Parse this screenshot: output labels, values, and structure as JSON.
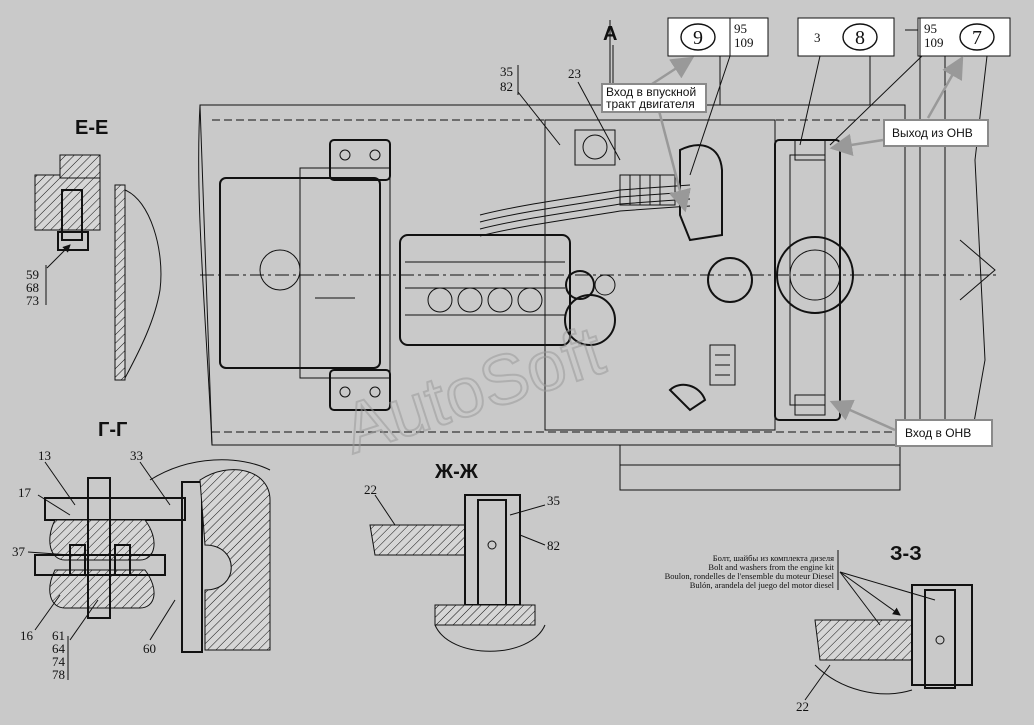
{
  "sections": {
    "e": "Е-Е",
    "g": "Г-Г",
    "zh": "Ж-Ж",
    "z": "З-З",
    "a": "А"
  },
  "callouts": {
    "intake": [
      "Вход в впускной",
      "тракт двигателя"
    ],
    "onv_out": "Выход из ОНВ",
    "onv_in": "Вход в ОНВ"
  },
  "frames": {
    "f9": {
      "num": "9",
      "ref1": "95",
      "ref2": "109"
    },
    "f8": {
      "pre": "3",
      "num": "8"
    },
    "f7": {
      "ref1": "95",
      "ref2": "109",
      "num": "7"
    }
  },
  "labels": {
    "p35_82": [
      "35",
      "82"
    ],
    "p23": "23",
    "ee_refs": [
      "59",
      "68",
      "73"
    ],
    "gg_13": "13",
    "gg_33": "33",
    "gg_17": "17",
    "gg_37": "37",
    "gg_16": "16",
    "gg_refs": [
      "61",
      "64",
      "74",
      "78"
    ],
    "gg_60": "60",
    "zh_22": "22",
    "zh_35": "35",
    "zh_82": "82",
    "z_22": "22"
  },
  "bolt_note": [
    "Болт, шайбы из комплекта дизеля",
    "Bolt and washers from the engine kit",
    "Boulon, rondelles de l'ensemble du moteur Diesel",
    "Bulón, arandela del juego del motor diesel"
  ],
  "watermark": "AutoSoft"
}
